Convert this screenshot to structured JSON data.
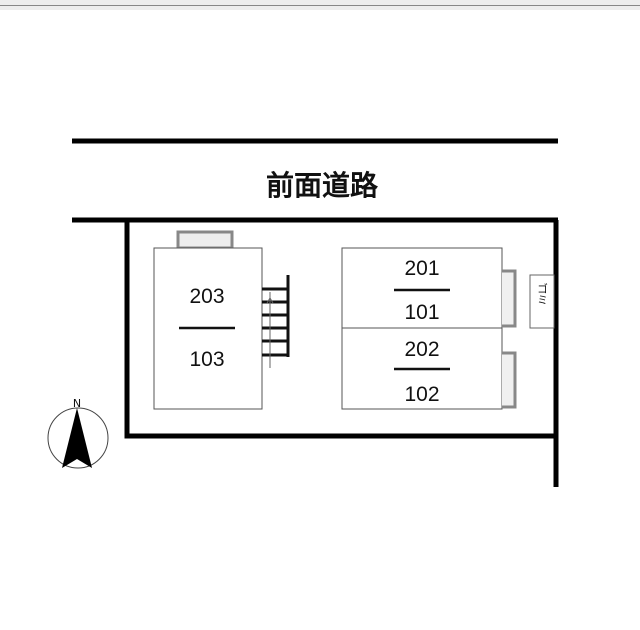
{
  "road_label": "前面道路",
  "buildings": [
    {
      "upper": "203",
      "lower": "103"
    },
    {
      "upper": "201",
      "lower": "101"
    },
    {
      "upper": "202",
      "lower": "102"
    }
  ],
  "garbage_label": "ゴミ",
  "compass_label": "N"
}
